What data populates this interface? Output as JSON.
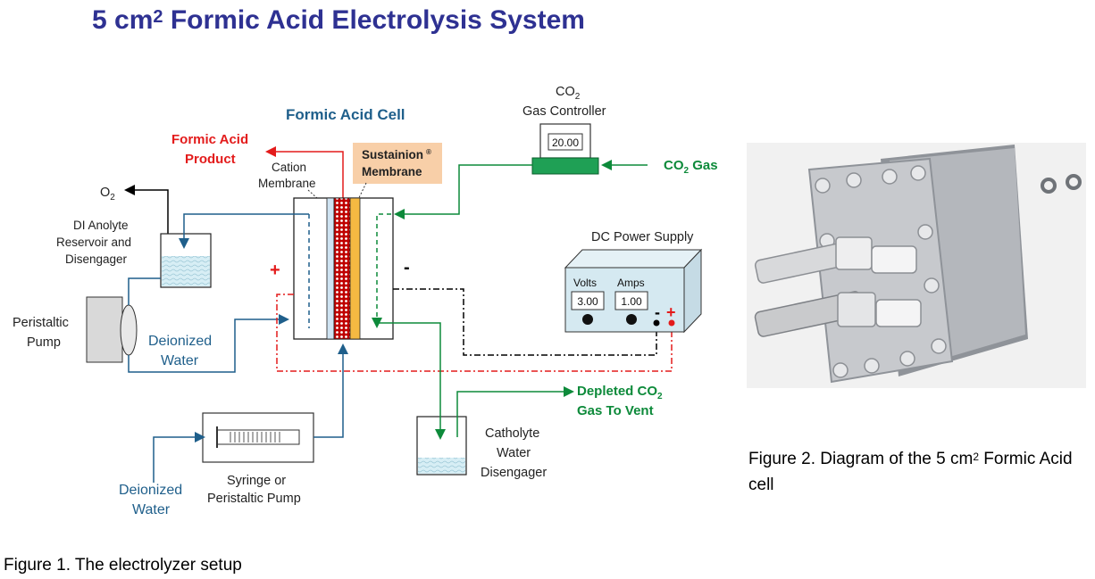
{
  "title": {
    "main": "5 cm",
    "sup": "2",
    "rest": " Formic Acid Electrolysis System"
  },
  "figure1": {
    "caption": "Figure 1. The electrolyzer setup",
    "cell_title": "Formic Acid Cell",
    "formic_acid_product_1": "Formic Acid",
    "formic_acid_product_2": "Product",
    "cation_membrane_1": "Cation",
    "cation_membrane_2": "Membrane",
    "sustainion_1": "Sustainion",
    "sustainion_mark": "®",
    "sustainion_2": "Membrane",
    "o2_label": "O",
    "o2_sub": "2",
    "anolyte_1": "DI Anolyte",
    "anolyte_2": "Reservoir and",
    "anolyte_3": "Disengager",
    "peristaltic_1": "Peristaltic",
    "peristaltic_2": "Pump",
    "deionized_1": "Deionized",
    "deionized_2": "Water",
    "deionized_b1": "Deionized",
    "deionized_b2": "Water",
    "syringe_1": "Syringe or",
    "syringe_2": "Peristaltic Pump",
    "catholyte_1": "Catholyte",
    "catholyte_2": "Water",
    "catholyte_3": "Disengager",
    "depleted_1": "Depleted CO",
    "depleted_sub": "2",
    "depleted_2": "Gas To Vent",
    "co2_ctrl_1": "CO",
    "co2_ctrl_sub": "2",
    "co2_ctrl_2": "Gas Controller",
    "co2_ctrl_value": "20.00",
    "co2_gas": "CO",
    "co2_gas_sub": "2",
    "co2_gas_rest": " Gas",
    "power_title": "DC Power Supply",
    "volts_label": "Volts",
    "amps_label": "Amps",
    "volts_value": "3.00",
    "amps_value": "1.00",
    "plus": "+",
    "minus": "-",
    "ps_minus": "-",
    "ps_plus": "+"
  },
  "figure2": {
    "caption_1": "Figure 2. Diagram of the 5 cm",
    "caption_sup": "2",
    "caption_2": " Formic Acid cell"
  },
  "colors": {
    "title": "#2e3192",
    "blue_line": "#1f5f8b",
    "green_line": "#0d8a3a",
    "red": "#e31b1b",
    "membrane_orange": "#f5b942",
    "label_bg": "#f8cfa8"
  }
}
